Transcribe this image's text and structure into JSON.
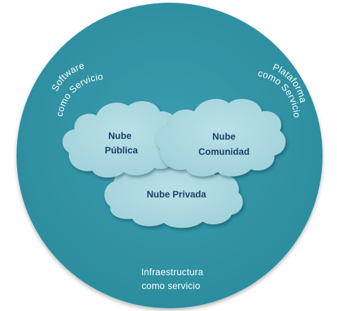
{
  "colors": {
    "outer_circle": "#3295a6",
    "cloud_fill": "#a9d6de",
    "cloud_text": "#1f3f66",
    "ring_text": "#ffffff"
  },
  "service_models": {
    "saas": {
      "line1": "Software",
      "line2": "como Servicio"
    },
    "paas": {
      "line1": "Plataforma",
      "line2": "como Servicio"
    },
    "iaas": {
      "line1": "Infraestructura",
      "line2": "como servicio"
    }
  },
  "clouds": {
    "public": {
      "line1": "Nube",
      "line2": "Pública"
    },
    "community": {
      "line1": "Nube",
      "line2": "Comunidad"
    },
    "private": {
      "label": "Nube Privada"
    }
  }
}
